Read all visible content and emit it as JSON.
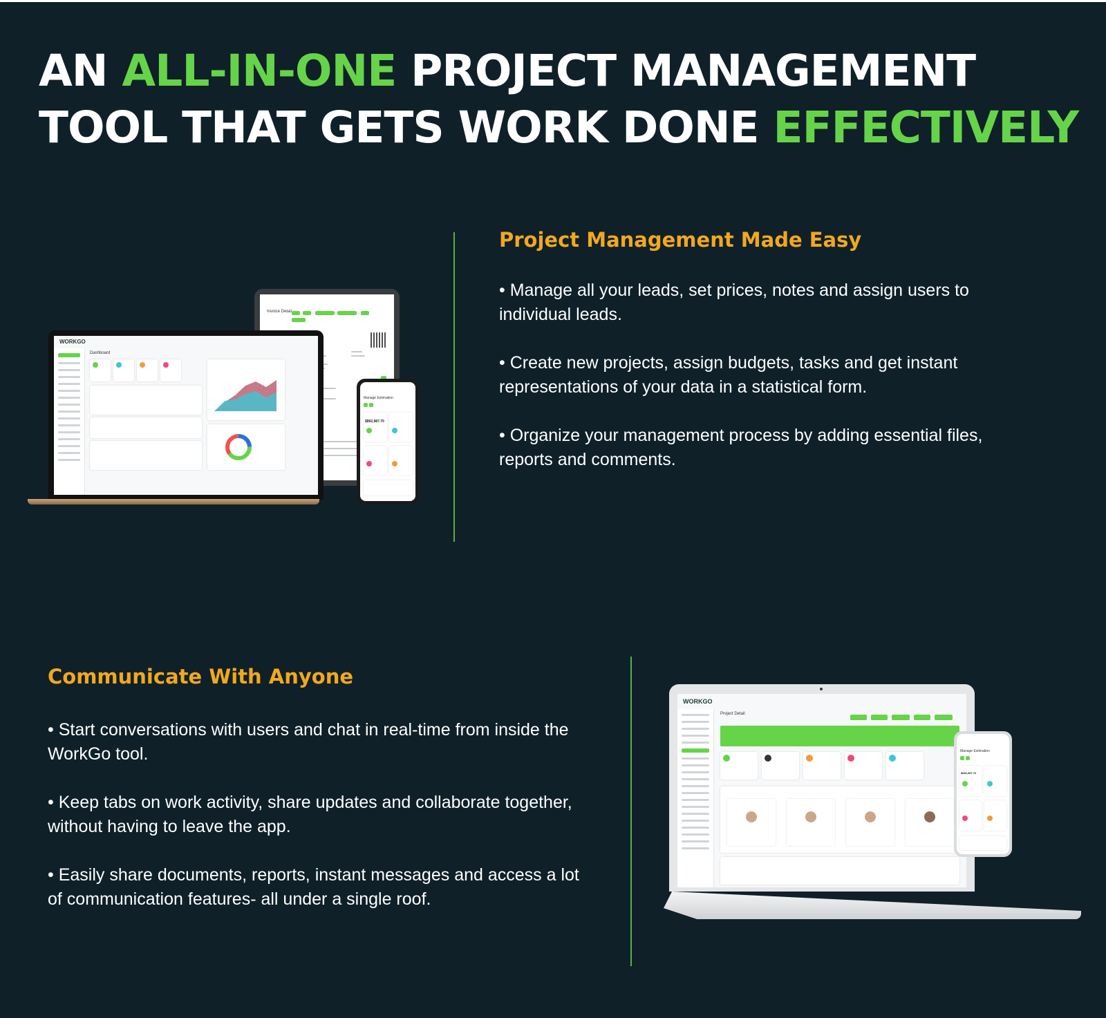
{
  "headline": {
    "line1_pre": "AN ",
    "line1_highlight": "ALL-IN-ONE",
    "line1_post": " PROJECT MANAGEMENT",
    "line2_pre": "TOOL THAT GETS WORK DONE ",
    "line2_highlight": "EFFECTIVELY"
  },
  "section1": {
    "title": "Project Management Made Easy",
    "bullets": [
      "Manage all your leads, set prices, notes and assign users to individual leads.",
      "Create new projects, assign budgets, tasks and get instant representations of your data in a statistical form.",
      "Organize your management process by adding essential files, reports and comments."
    ],
    "mockup": {
      "brand": "WORKGO",
      "laptop_heading": "Dashboard",
      "tablet_heading": "Invoice Detail",
      "phone_heading": "Manage Estimation",
      "phone_amount": "$892,987.70"
    }
  },
  "section2": {
    "title": "Communicate With Anyone",
    "bullets": [
      "Start conversations with users and chat in real-time from inside the WorkGo tool.",
      "Keep tabs on work activity, share updates and collaborate together, without having to leave the app.",
      "Easily share documents, reports, instant messages and access a lot of communication features- all under a single roof."
    ],
    "mockup": {
      "brand": "WORKGO",
      "laptop_heading": "Project Detail",
      "phone_heading": "Manage Estimation",
      "phone_amount": "$892,987.70"
    }
  },
  "colors": {
    "background": "#0f2029",
    "accent_green": "#66d449",
    "section_title": "#f2a81d"
  }
}
